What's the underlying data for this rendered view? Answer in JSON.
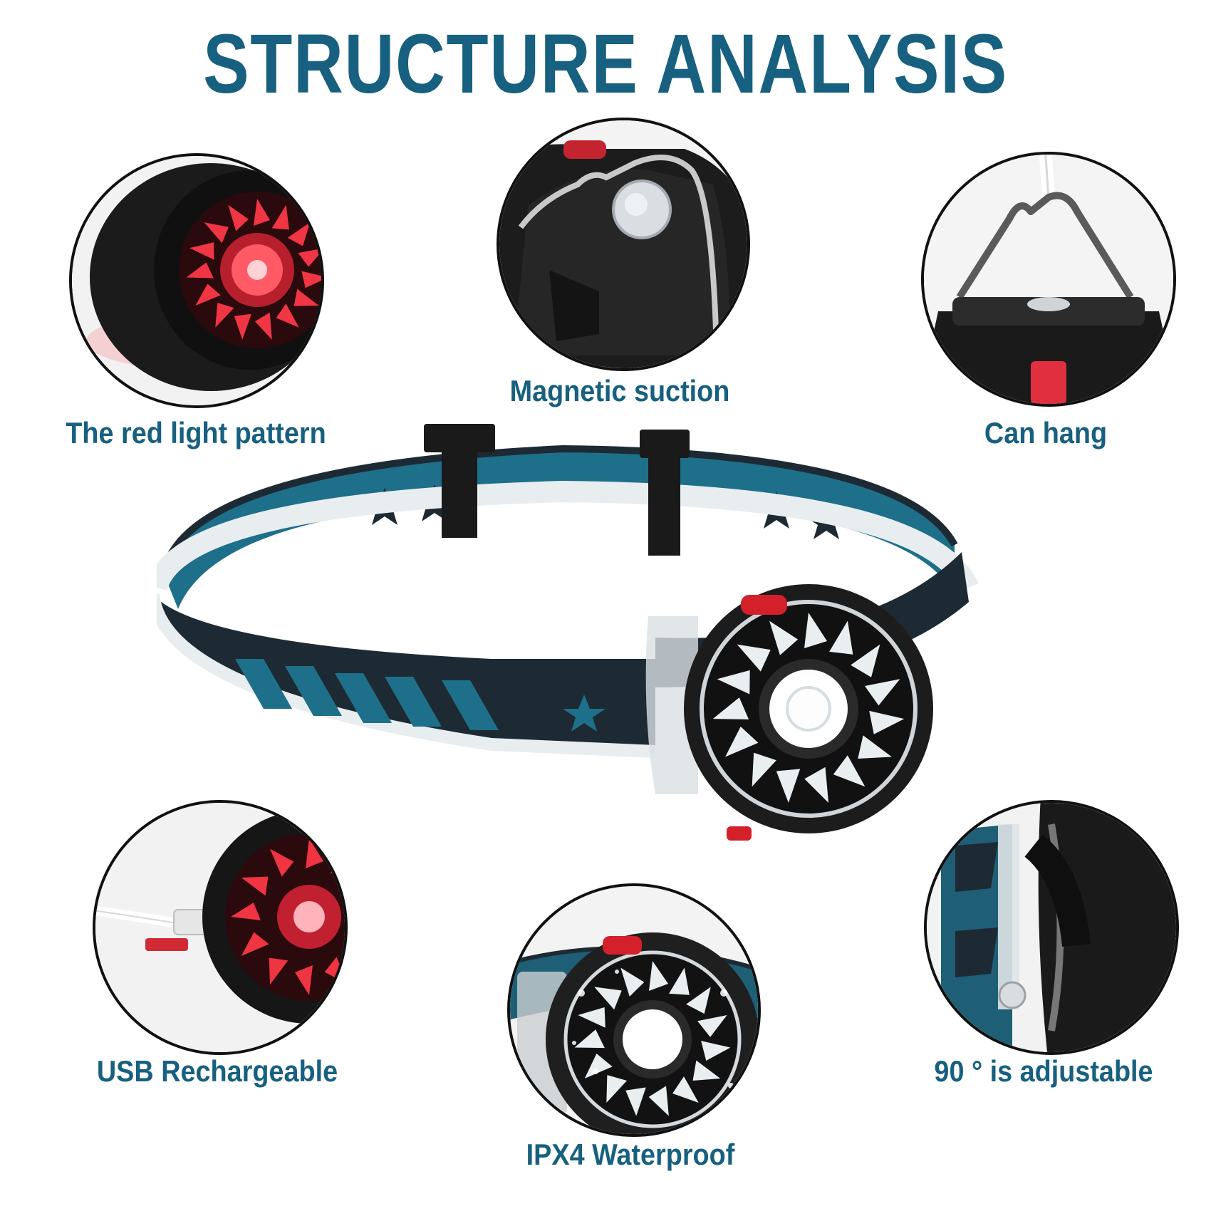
{
  "title": "STRUCTURE ANALYSIS",
  "features": {
    "red_light": "The red light pattern",
    "magnetic": "Magnetic suction",
    "hang": "Can hang",
    "usb": "USB Rechargeable",
    "waterproof": "IPX4 Waterproof",
    "adjustable": "90 ° is adjustable"
  },
  "colors": {
    "accent": "#17607f",
    "band_teal": "#1e6f8a",
    "band_dark": "#1d2a33",
    "red_light": "#e83040",
    "button_red": "#d4202a"
  }
}
